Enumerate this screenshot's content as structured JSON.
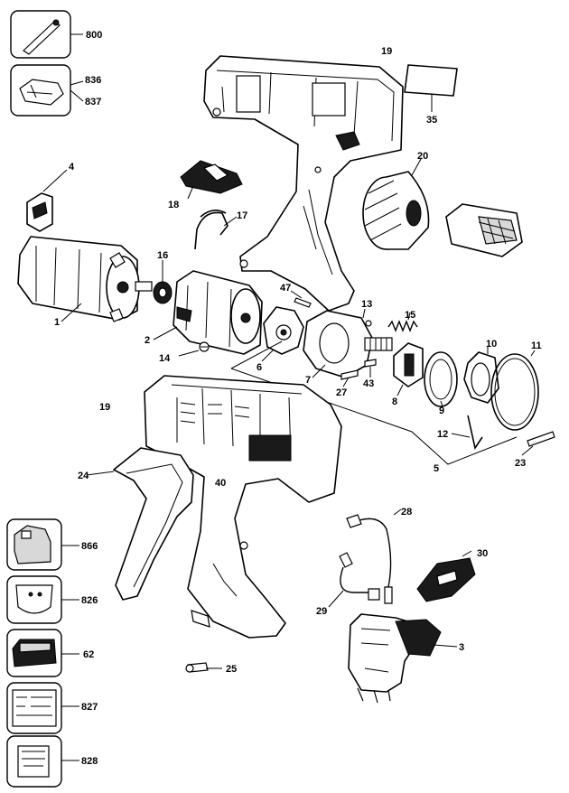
{
  "callouts": {
    "c800": "800",
    "c836": "836",
    "c837": "837",
    "c4": "4",
    "c19a": "19",
    "c35": "35",
    "c20": "20",
    "c18": "18",
    "c17": "17",
    "c16": "16",
    "c1": "1",
    "c47": "47",
    "c13": "13",
    "c15": "15",
    "c2": "2",
    "c14": "14",
    "c6": "6",
    "c7": "7",
    "c27": "27",
    "c43": "43",
    "c8": "8",
    "c9": "9",
    "c10": "10",
    "c11": "11",
    "c19b": "19",
    "c12": "12",
    "c5": "5",
    "c23": "23",
    "c24": "24",
    "c40": "40",
    "c28": "28",
    "c866": "866",
    "c30": "30",
    "c826": "826",
    "c29": "29",
    "c62": "62",
    "c3": "3",
    "c25": "25",
    "c827": "827",
    "c828": "828"
  }
}
